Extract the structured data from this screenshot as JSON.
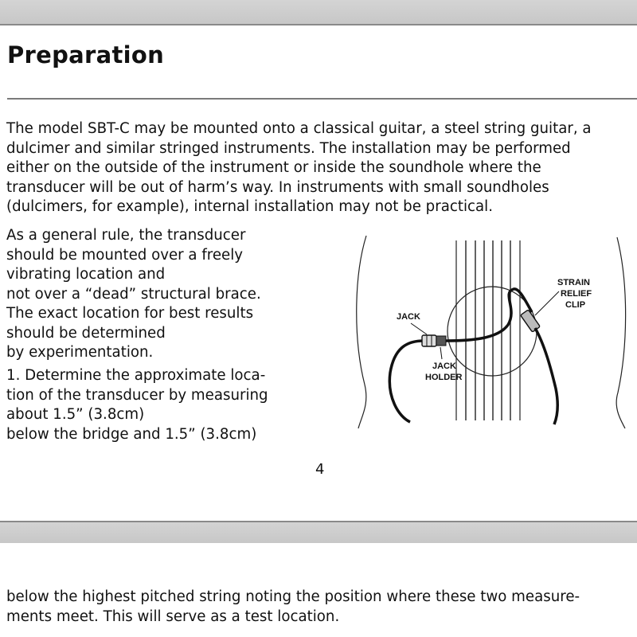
{
  "heading": "Preparation",
  "intro_lines": [
    "The model SBT-C may be mounted onto a classical guitar, a steel string guitar, a",
    "dulcimer and similar stringed instruments. The installation may be performed",
    "either on the outside of the instrument or inside the soundhole where the",
    "transducer will be out of harm’s way. In instruments with small soundholes",
    "(dulcimers, for example), internal installation may not be practical."
  ],
  "rule_lines": [
    "As a general rule, the transducer",
    "should be mounted over a freely",
    "vibrating location and",
    "not over a “dead” structural brace.",
    "The exact location for best results",
    "should be determined",
    "by experimentation."
  ],
  "step_lines": [
    "1. Determine the approximate loca-",
    "tion of the transducer by measuring",
    "about 1.5” (3.8cm)",
    "below the bridge and 1.5” (3.8cm)"
  ],
  "page_number": "4",
  "figure_labels": {
    "jack": "JACK",
    "jack_holder_1": "JACK",
    "jack_holder_2": "HOLDER",
    "strain_1": "STRAIN",
    "strain_2": "RELIEF",
    "strain_3": "CLIP"
  },
  "continued_lines": [
    "below the highest pitched string noting the position where these two measure-",
    "ments meet. This will serve as a test location."
  ]
}
